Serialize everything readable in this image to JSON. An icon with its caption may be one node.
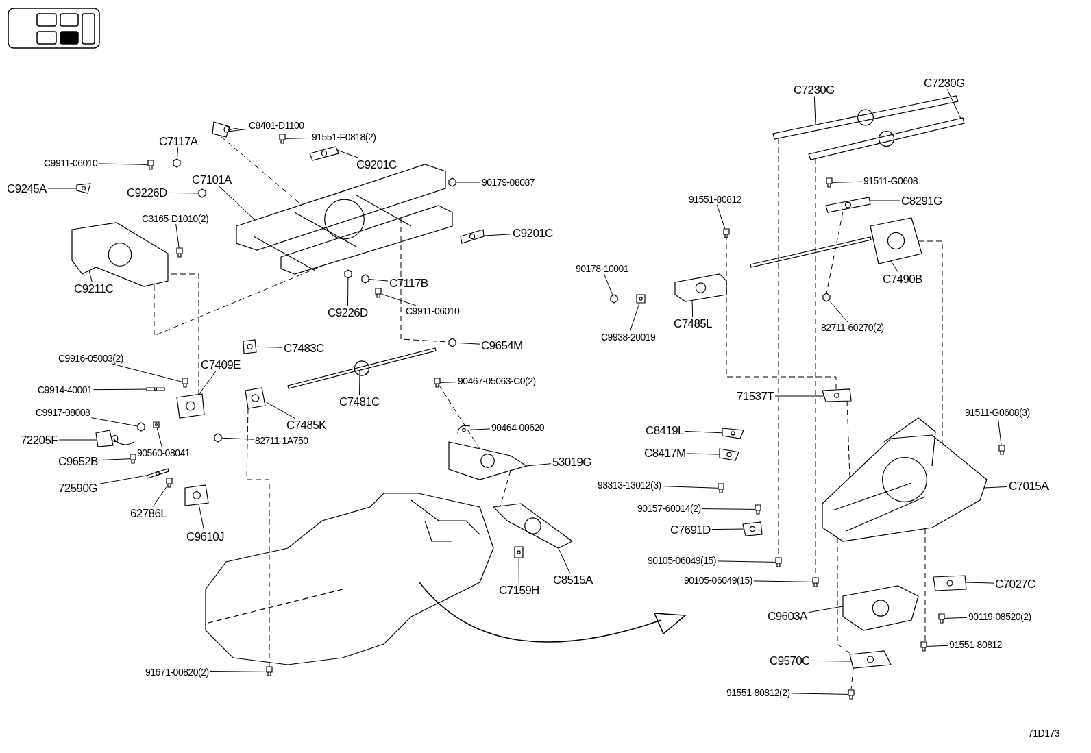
{
  "diagram": {
    "nodes": [
      {
        "text": [
          "C8401-D1100"
        ]
      },
      {
        "text": [
          "C7117A"
        ]
      },
      {
        "text": [
          "91551-F0818(2)"
        ]
      },
      {
        "text": [
          "C9911-06010"
        ]
      },
      {
        "text": [
          "C9201C"
        ]
      },
      {
        "text": [
          "C9245A"
        ]
      },
      {
        "text": [
          "C9226D"
        ]
      },
      {
        "text": [
          "C7101A"
        ]
      },
      {
        "text": [
          "90179-08087"
        ]
      },
      {
        "text": [
          "C3165-D1010(2)"
        ]
      },
      {
        "text": [
          "C9201C"
        ]
      },
      {
        "text": [
          "C9211C"
        ]
      },
      {
        "text": [
          "C7117B"
        ]
      },
      {
        "text": [
          "C9226D"
        ]
      },
      {
        "text": [
          "C9911-06010"
        ]
      },
      {
        "text": [
          "C7483C"
        ]
      },
      {
        "text": [
          "C9654M"
        ]
      },
      {
        "text": [
          "C9916-05003(2)"
        ]
      },
      {
        "text": [
          "C7409E"
        ]
      },
      {
        "text": [
          "C9914-40001"
        ]
      },
      {
        "text": [
          "C7481C"
        ]
      },
      {
        "text": [
          "90467-05063-C0(2)"
        ]
      },
      {
        "text": [
          "C9917-08008"
        ]
      },
      {
        "text": [
          "C7485K"
        ]
      },
      {
        "text": [
          "90464-00620"
        ]
      },
      {
        "text": [
          "72205F"
        ]
      },
      {
        "text": [
          "90560-08041"
        ]
      },
      {
        "text": [
          "82711-1A750"
        ]
      },
      {
        "text": [
          "C9652B"
        ]
      },
      {
        "text": [
          "53019G"
        ]
      },
      {
        "text": [
          "72590G"
        ]
      },
      {
        "text": [
          "62786L"
        ]
      },
      {
        "text": [
          "C9610J"
        ]
      },
      {
        "text": [
          "C7159H"
        ]
      },
      {
        "text": [
          "C8515A"
        ]
      },
      {
        "text": [
          "91671-00820(2)"
        ]
      },
      {
        "text": [
          "C7230G"
        ]
      },
      {
        "text": [
          "C7230G"
        ]
      },
      {
        "text": [
          "91511-G0608"
        ]
      },
      {
        "text": [
          "91551-80812"
        ]
      },
      {
        "text": [
          "C8291G"
        ]
      },
      {
        "text": [
          "90178-10001"
        ]
      },
      {
        "text": [
          "C7490B"
        ]
      },
      {
        "text": [
          "C9938-20019"
        ]
      },
      {
        "text": [
          "C7485L"
        ]
      },
      {
        "text": [
          "82711-60270(2)"
        ]
      },
      {
        "text": [
          "71537T"
        ]
      },
      {
        "text": [
          "91511-G0608(3)"
        ]
      },
      {
        "text": [
          "C8419L"
        ]
      },
      {
        "text": [
          "C8417M"
        ]
      },
      {
        "text": [
          "C7015A"
        ]
      },
      {
        "text": [
          "93313-13012(3)"
        ]
      },
      {
        "text": [
          "90157-60014(2)"
        ]
      },
      {
        "text": [
          "C7691D"
        ]
      },
      {
        "text": [
          "90105-06049(15)"
        ]
      },
      {
        "text": [
          "90105-06049(15)"
        ]
      },
      {
        "text": [
          "C7027C"
        ]
      },
      {
        "text": [
          "C9603A"
        ]
      },
      {
        "text": [
          "90119-08520(2)"
        ]
      },
      {
        "text": [
          "91551-80812"
        ]
      },
      {
        "text": [
          "C9570C"
        ]
      },
      {
        "text": [
          "91551-80812(2)"
        ]
      },
      {
        "text": [],
        "shape": "picture"
      },
      {
        "text": [],
        "shape": "picture"
      },
      {
        "text": [],
        "shape": "picture"
      },
      {
        "text": [],
        "shape": "picture"
      },
      {
        "text": [],
        "shape": "picture"
      },
      {
        "text": [],
        "shape": "picture"
      },
      {
        "text": [],
        "shape": "picture"
      },
      {
        "text": [],
        "shape": "picture"
      },
      {
        "text": [],
        "shape": "picture"
      },
      {
        "text": [],
        "shape": "picture"
      },
      {
        "text": [],
        "shape": "picture"
      },
      {
        "text": [],
        "shape": "picture"
      },
      {
        "text": [],
        "shape": "picture"
      },
      {
        "text": [],
        "shape": "picture"
      },
      {
        "text": [],
        "shape": "picture"
      },
      {
        "text": [],
        "shape": "picture"
      },
      {
        "text": [],
        "shape": "picture"
      },
      {
        "text": [],
        "shape": "picture"
      },
      {
        "text": [],
        "shape": "picture"
      },
      {
        "text": [],
        "shape": "picture"
      },
      {
        "text": [],
        "shape": "picture"
      },
      {
        "text": [],
        "shape": "picture"
      },
      {
        "text": [],
        "shape": "picture"
      },
      {
        "text": [],
        "shape": "picture"
      },
      {
        "text": [],
        "shape": "picture"
      },
      {
        "text": [],
        "shape": "picture"
      },
      {
        "text": [],
        "shape": "picture"
      },
      {
        "text": [],
        "shape": "picture"
      },
      {
        "text": [],
        "shape": "picture"
      },
      {
        "text": [],
        "shape": "picture"
      },
      {
        "text": [],
        "shape": "picture"
      },
      {
        "text": [],
        "shape": "picture"
      },
      {
        "text": [],
        "shape": "picture"
      },
      {
        "text": [],
        "shape": "picture"
      },
      {
        "text": [],
        "shape": "picture"
      },
      {
        "text": [],
        "shape": "picture"
      },
      {
        "text": [],
        "shape": "picture"
      },
      {
        "text": [],
        "shape": "picture"
      },
      {
        "text": [],
        "shape": "picture"
      },
      {
        "text": [],
        "shape": "picture"
      },
      {
        "text": [],
        "shape": "picture"
      },
      {
        "text": [],
        "shape": "picture"
      },
      {
        "text": [],
        "shape": "picture"
      },
      {
        "text": [],
        "shape": "picture"
      },
      {
        "text": [],
        "shape": "picture"
      },
      {
        "text": [],
        "shape": "picture"
      },
      {
        "text": [],
        "shape": "picture"
      },
      {
        "text": [],
        "shape": "picture"
      },
      {
        "text": [],
        "shape": "picture"
      },
      {
        "text": [],
        "shape": "picture"
      },
      {
        "text": [],
        "shape": "picture"
      },
      {
        "text": [],
        "shape": "picture"
      },
      {
        "text": [],
        "shape": "picture"
      },
      {
        "text": [],
        "shape": "picture"
      },
      {
        "text": [],
        "shape": "picture"
      },
      {
        "text": [],
        "shape": "picture"
      },
      {
        "text": [],
        "shape": "picture"
      },
      {
        "text": [],
        "shape": "picture"
      },
      {
        "text": [],
        "shape": "picture"
      },
      {
        "text": [],
        "shape": "picture"
      },
      {
        "text": [],
        "shape": "picture"
      },
      {
        "text": [],
        "shape": "picture"
      }
    ],
    "edges": [
      {
        "from": 0,
        "to": 62,
        "arrow": "none"
      },
      {
        "from": 1,
        "to": 63,
        "arrow": "none"
      },
      {
        "from": 2,
        "to": 64,
        "arrow": "none"
      },
      {
        "from": 3,
        "to": 65,
        "arrow": "none"
      },
      {
        "from": 4,
        "to": 66,
        "arrow": "none"
      },
      {
        "from": 5,
        "to": 67,
        "arrow": "none"
      },
      {
        "from": 6,
        "to": 68,
        "arrow": "none"
      },
      {
        "from": 7,
        "to": 69,
        "arrow": "none"
      },
      {
        "from": 8,
        "to": 70,
        "arrow": "none"
      },
      {
        "from": 9,
        "to": 71,
        "arrow": "none"
      },
      {
        "from": 10,
        "to": 72,
        "arrow": "none"
      },
      {
        "from": 11,
        "to": 73,
        "arrow": "none"
      },
      {
        "from": 12,
        "to": 74,
        "arrow": "none"
      },
      {
        "from": 13,
        "to": 75,
        "arrow": "none"
      },
      {
        "from": 14,
        "to": 76,
        "arrow": "none"
      },
      {
        "from": 15,
        "to": 77,
        "arrow": "none"
      },
      {
        "from": 16,
        "to": 78,
        "arrow": "none"
      },
      {
        "from": 17,
        "to": 79,
        "arrow": "none"
      },
      {
        "from": 18,
        "to": 80,
        "arrow": "none"
      },
      {
        "from": 19,
        "to": 81,
        "arrow": "none"
      },
      {
        "from": 20,
        "to": 82,
        "arrow": "none"
      },
      {
        "from": 21,
        "to": 83,
        "arrow": "none"
      },
      {
        "from": 22,
        "to": 84,
        "arrow": "none"
      },
      {
        "from": 23,
        "to": 85,
        "arrow": "none"
      },
      {
        "from": 24,
        "to": 86,
        "arrow": "none"
      },
      {
        "from": 25,
        "to": 87,
        "arrow": "none"
      },
      {
        "from": 26,
        "to": 88,
        "arrow": "none"
      },
      {
        "from": 27,
        "to": 89,
        "arrow": "none"
      },
      {
        "from": 28,
        "to": 90,
        "arrow": "none"
      },
      {
        "from": 29,
        "to": 91,
        "arrow": "none"
      },
      {
        "from": 30,
        "to": 92,
        "arrow": "none"
      },
      {
        "from": 31,
        "to": 93,
        "arrow": "none"
      },
      {
        "from": 32,
        "to": 94,
        "arrow": "none"
      },
      {
        "from": 33,
        "to": 95,
        "arrow": "none"
      },
      {
        "from": 34,
        "to": 96,
        "arrow": "none"
      },
      {
        "from": 35,
        "to": 97,
        "arrow": "none"
      },
      {
        "from": 36,
        "to": 98,
        "arrow": "none"
      },
      {
        "from": 37,
        "to": 99,
        "arrow": "none"
      },
      {
        "from": 38,
        "to": 100,
        "arrow": "none"
      },
      {
        "from": 39,
        "to": 101,
        "arrow": "none"
      },
      {
        "from": 40,
        "to": 102,
        "arrow": "none"
      },
      {
        "from": 41,
        "to": 103,
        "arrow": "none"
      },
      {
        "from": 42,
        "to": 104,
        "arrow": "none"
      },
      {
        "from": 43,
        "to": 105,
        "arrow": "none"
      },
      {
        "from": 44,
        "to": 106,
        "arrow": "none"
      },
      {
        "from": 45,
        "to": 107,
        "arrow": "none"
      },
      {
        "from": 46,
        "to": 108,
        "arrow": "none"
      },
      {
        "from": 47,
        "to": 109,
        "arrow": "none"
      },
      {
        "from": 48,
        "to": 110,
        "arrow": "none"
      },
      {
        "from": 49,
        "to": 111,
        "arrow": "none"
      },
      {
        "from": 50,
        "to": 112,
        "arrow": "none"
      },
      {
        "from": 51,
        "to": 113,
        "arrow": "none"
      },
      {
        "from": 52,
        "to": 114,
        "arrow": "none"
      },
      {
        "from": 53,
        "to": 115,
        "arrow": "none"
      },
      {
        "from": 54,
        "to": 116,
        "arrow": "none"
      },
      {
        "from": 55,
        "to": 117,
        "arrow": "none"
      },
      {
        "from": 56,
        "to": 118,
        "arrow": "none"
      },
      {
        "from": 57,
        "to": 119,
        "arrow": "none"
      },
      {
        "from": 58,
        "to": 120,
        "arrow": "none"
      },
      {
        "from": 59,
        "to": 121,
        "arrow": "none"
      },
      {
        "from": 60,
        "to": 122,
        "arrow": "none"
      },
      {
        "from": 61,
        "to": 123,
        "arrow": "none"
      },
      {
        "from": 62,
        "to": 69,
        "arrow": "none",
        "style": "dashed"
      },
      {
        "from": 73,
        "to": 69,
        "arrow": "none",
        "style": "dashed"
      },
      {
        "from": 69,
        "to": 78,
        "arrow": "none",
        "style": "dashed"
      },
      {
        "from": 80,
        "to": 73,
        "arrow": "none",
        "style": "dashed"
      },
      {
        "from": 85,
        "to": 97,
        "arrow": "none",
        "style": "dashed"
      },
      {
        "from": 83,
        "to": 91,
        "arrow": "none",
        "style": "dashed"
      },
      {
        "from": 91,
        "to": 96,
        "arrow": "none",
        "style": "dashed"
      },
      {
        "from": 98,
        "to": 116,
        "arrow": "none",
        "style": "dashed"
      },
      {
        "from": 99,
        "to": 117,
        "arrow": "none",
        "style": "dashed"
      },
      {
        "from": 101,
        "to": 108,
        "arrow": "none",
        "style": "dashed"
      },
      {
        "from": 108,
        "to": 112,
        "arrow": "none",
        "style": "dashed"
      },
      {
        "from": 102,
        "to": 107,
        "arrow": "none",
        "style": "dashed"
      },
      {
        "from": 104,
        "to": 112,
        "arrow": "none",
        "style": "dashed"
      },
      {
        "from": 112,
        "to": 121,
        "arrow": "none",
        "style": "dashed"
      },
      {
        "from": 112,
        "to": 122,
        "arrow": "none",
        "style": "dashed"
      },
      {
        "from": 122,
        "to": 123,
        "arrow": "none",
        "style": "dashed"
      }
    ],
    "labels": [
      "71D173"
    ]
  }
}
